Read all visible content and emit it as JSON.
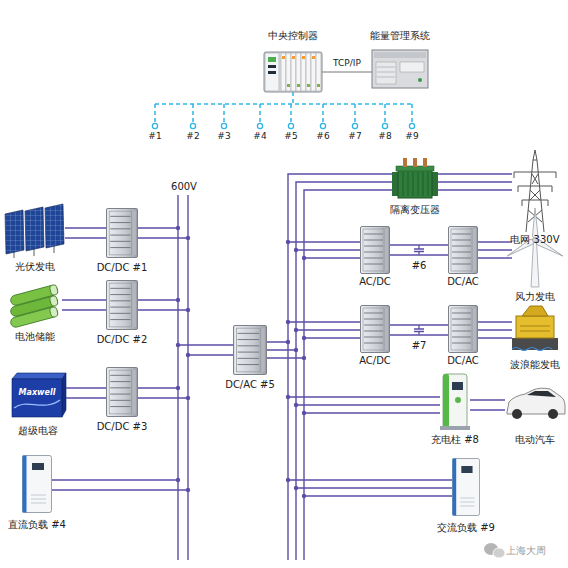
{
  "diagram": {
    "nodes": [
      {
        "text": [
          "中央控制器"
        ]
      },
      {
        "text": [
          "能量管理系统"
        ]
      },
      {
        "text": [
          "光伏发电"
        ]
      },
      {
        "text": [
          "DC/DC #1"
        ]
      },
      {
        "text": [
          "电池储能"
        ]
      },
      {
        "text": [
          "DC/DC #2"
        ]
      },
      {
        "text": [
          "超级电容"
        ]
      },
      {
        "text": [
          "DC/DC #3"
        ]
      },
      {
        "text": [
          "直流负载 #4"
        ]
      },
      {
        "text": [
          "DC/AC #5"
        ]
      },
      {
        "text": [
          "隔离变压器"
        ]
      },
      {
        "text": [
          "电网 330V"
        ]
      },
      {
        "text": [
          "AC/DC"
        ]
      },
      {
        "text": [
          "DC/AC"
        ]
      },
      {
        "text": [
          "风力发电"
        ]
      },
      {
        "text": [
          "AC/DC"
        ]
      },
      {
        "text": [
          "DC/AC"
        ]
      },
      {
        "text": [
          "波浪能发电"
        ]
      },
      {
        "text": [
          "充电柱 #8"
        ]
      },
      {
        "text": [
          "电动汽车"
        ]
      },
      {
        "text": [
          "交流负载 #9"
        ]
      }
    ],
    "edges": [
      {
        "from": 0,
        "to": 1,
        "label": "TCP/IP",
        "arrow": "none"
      },
      {
        "from": 2,
        "to": 3,
        "arrow": "none"
      },
      {
        "from": 4,
        "to": 5,
        "arrow": "none"
      },
      {
        "from": 6,
        "to": 7,
        "arrow": "none"
      },
      {
        "from": 12,
        "to": 13,
        "arrow": "none"
      },
      {
        "from": 13,
        "to": 14,
        "arrow": "none"
      },
      {
        "from": 15,
        "to": 16,
        "arrow": "none"
      },
      {
        "from": 16,
        "to": 17,
        "arrow": "none"
      },
      {
        "from": 18,
        "to": 19,
        "arrow": "none"
      },
      {
        "from": 10,
        "to": 11,
        "arrow": "none"
      }
    ],
    "labels": [
      "#1",
      "#2",
      "#3",
      "#4",
      "#5",
      "#6",
      "#7",
      "#8",
      "#9",
      "600V",
      "Maxwell",
      "#6",
      "#7",
      "上海大周"
    ]
  }
}
